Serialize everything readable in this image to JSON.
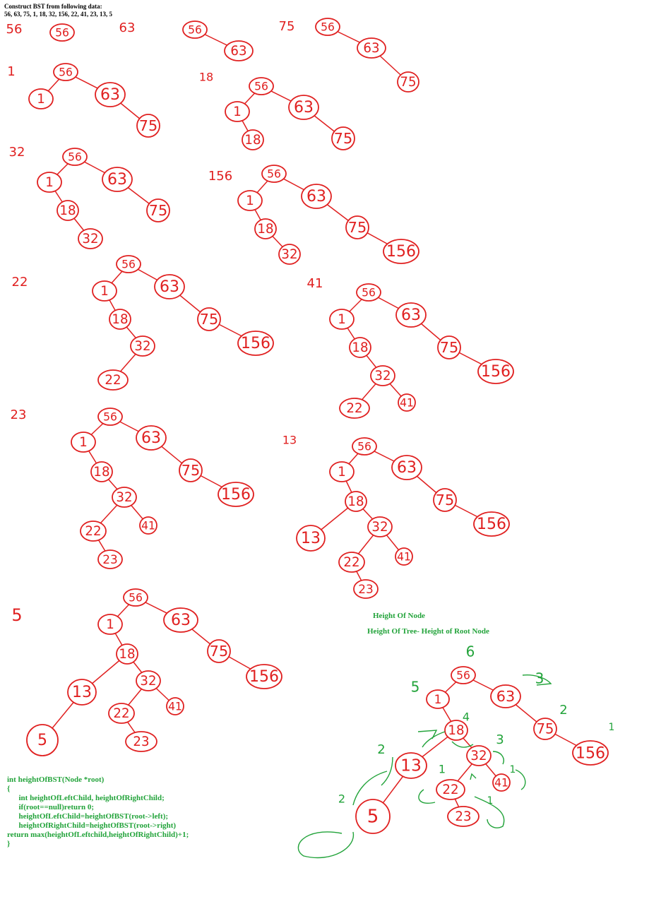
{
  "header": {
    "line1": "Construct BST from following data:",
    "line2": "56, 63, 75, 1, 18, 32, 156, 22, 41, 23, 13, 5"
  },
  "trees": [
    {
      "label": "56",
      "edges": [],
      "nodes": [
        [
          "56"
        ]
      ]
    },
    {
      "label": "63",
      "nodes": [
        [
          "56"
        ],
        [
          "63"
        ]
      ]
    },
    {
      "label": "75",
      "nodes": [
        [
          "56"
        ],
        [
          "63"
        ],
        [
          "75"
        ]
      ]
    },
    {
      "label": "1",
      "nodes": [
        [
          "56"
        ],
        [
          "1"
        ],
        [
          "63"
        ],
        [
          "75"
        ]
      ]
    },
    {
      "label": "18",
      "nodes": [
        [
          "56"
        ],
        [
          "1"
        ],
        [
          "63"
        ],
        [
          "18"
        ],
        [
          "75"
        ]
      ]
    },
    {
      "label": "32",
      "nodes": [
        [
          "56"
        ],
        [
          "1"
        ],
        [
          "63"
        ],
        [
          "18"
        ],
        [
          "75"
        ],
        [
          "32"
        ]
      ]
    },
    {
      "label": "156",
      "nodes": [
        [
          "56"
        ],
        [
          "1"
        ],
        [
          "63"
        ],
        [
          "18"
        ],
        [
          "75"
        ],
        [
          "32"
        ],
        [
          "156"
        ]
      ]
    },
    {
      "label": "22",
      "nodes": [
        [
          "56"
        ],
        [
          "1"
        ],
        [
          "63"
        ],
        [
          "18"
        ],
        [
          "75"
        ],
        [
          "32"
        ],
        [
          "156"
        ],
        [
          "22"
        ]
      ]
    },
    {
      "label": "41",
      "nodes": [
        [
          "56"
        ],
        [
          "1"
        ],
        [
          "63"
        ],
        [
          "18"
        ],
        [
          "75"
        ],
        [
          "32"
        ],
        [
          "156"
        ],
        [
          "22"
        ],
        [
          "41"
        ]
      ]
    },
    {
      "label": "23",
      "nodes": [
        [
          "56"
        ],
        [
          "1"
        ],
        [
          "63"
        ],
        [
          "18"
        ],
        [
          "75"
        ],
        [
          "32"
        ],
        [
          "156"
        ],
        [
          "22"
        ],
        [
          "41"
        ],
        [
          "23"
        ]
      ]
    },
    {
      "label": "13",
      "nodes": [
        [
          "56"
        ],
        [
          "1"
        ],
        [
          "63"
        ],
        [
          "18"
        ],
        [
          "75"
        ],
        [
          "13"
        ],
        [
          "32"
        ],
        [
          "156"
        ],
        [
          "22"
        ],
        [
          "41"
        ],
        [
          "23"
        ]
      ]
    },
    {
      "label": "5",
      "nodes": [
        [
          "56"
        ],
        [
          "1"
        ],
        [
          "63"
        ],
        [
          "18"
        ],
        [
          "75"
        ],
        [
          "13"
        ],
        [
          "32"
        ],
        [
          "156"
        ],
        [
          "22"
        ],
        [
          "41"
        ],
        [
          "5"
        ],
        [
          "23"
        ]
      ]
    }
  ],
  "height_section": {
    "title1": "Height Of Node",
    "title2": "Height Of Tree- Height of Root Node",
    "labels": [
      "6",
      "5",
      "3",
      "4",
      "3",
      "2",
      "2",
      "1",
      "2",
      "1",
      "1",
      "1"
    ]
  },
  "code": {
    "lines": [
      "int heightOfBST(Node *root)",
      "{",
      "      int heightOfLeftChild, heightOfRightChild;",
      "      if(root==null)return 0;",
      "      heightOfLeftChild=heightOfBST(root->left);",
      "      heightOfRightChild=heightOfBST(root->right)",
      "",
      "return max(heightOfLeftchild,heightOfRightChild)+1;",
      "}"
    ]
  },
  "colors": {
    "tree": "#e02020",
    "annotation": "#22a33a",
    "text": "#000000"
  }
}
